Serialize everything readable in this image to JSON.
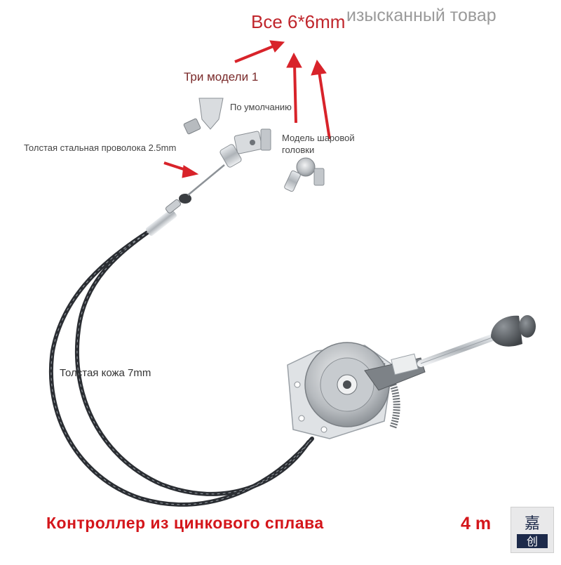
{
  "watermark": {
    "text": "изысканный товар"
  },
  "callouts": {
    "all_size": "Все 6*6mm",
    "three_models": "Три модели 1",
    "default": "По умолчанию",
    "ball_head_line1": "Модель шаровой",
    "ball_head_line2": "головки",
    "steel_wire": "Толстая стальная проволока 2.5mm",
    "thick_skin": "Толстая кожа 7mm"
  },
  "product": {
    "title": "Контроллер из цинкового сплава",
    "length": "4 m"
  },
  "logo": {
    "glyphs": "嘉创"
  },
  "colors": {
    "arrow": "#d8232a",
    "cable": "#2b2e33",
    "metal": "#bfc3c7",
    "title": "#d4161b"
  }
}
